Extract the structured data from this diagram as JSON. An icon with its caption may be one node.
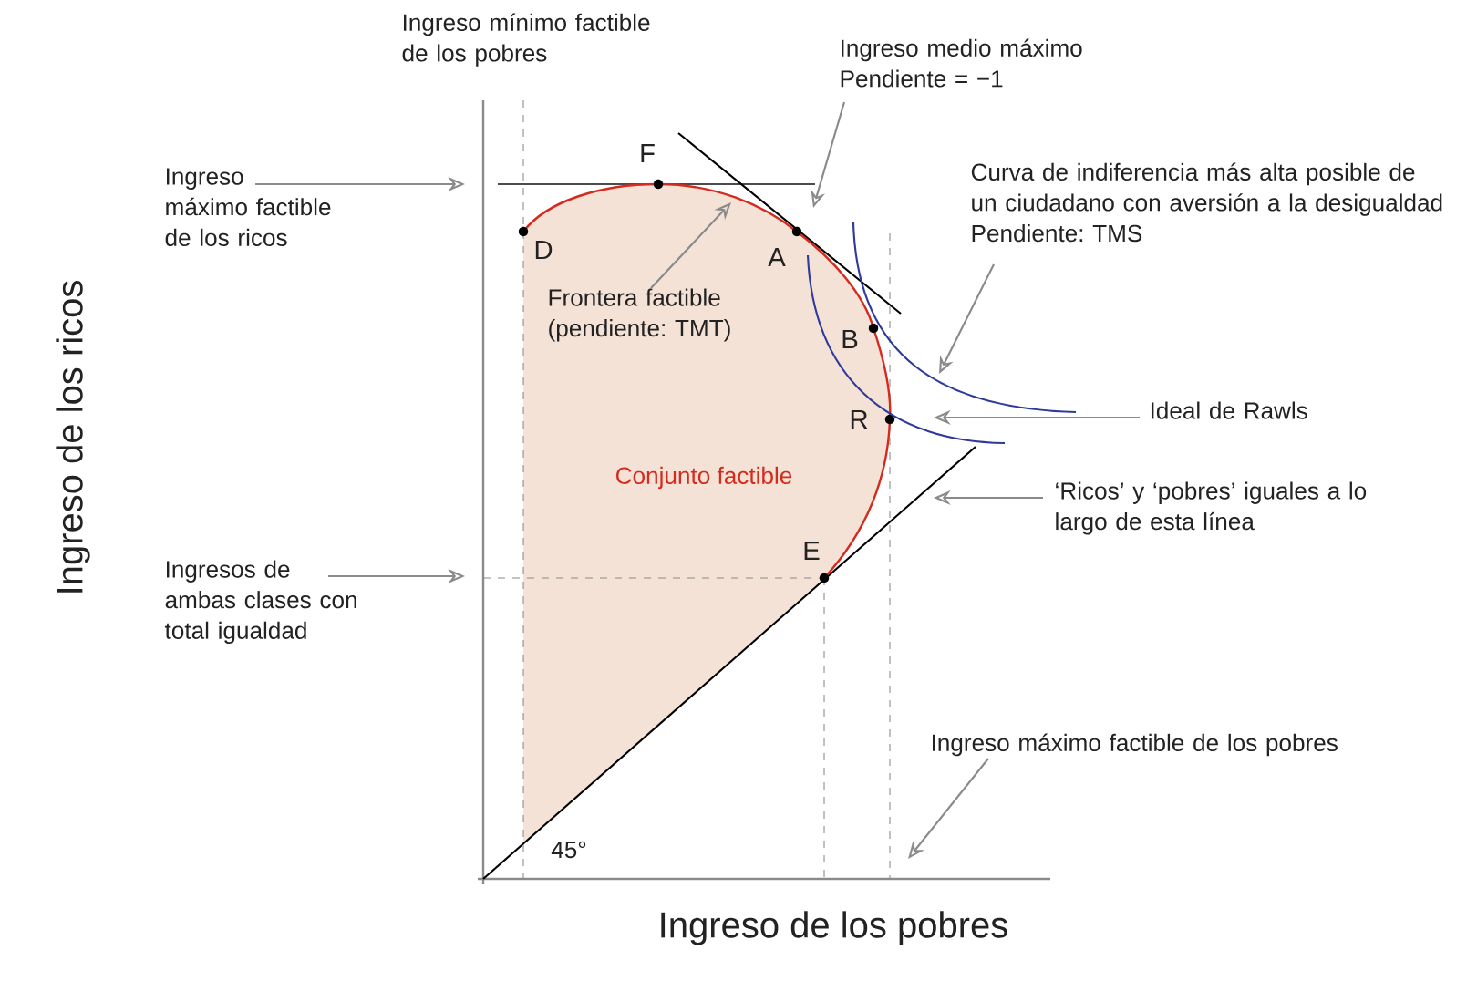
{
  "diagram": {
    "nodes": [
      {
        "text": [
          "Ingreso máximo factible de los ricos"
        ]
      },
      {
        "text": [
          "Ingreso medio máximo Pendiente = −1"
        ]
      },
      {
        "text": [
          "Frontera factible (pendiente: TMT)"
        ]
      },
      {
        "text": [
          "Curva de indiferencia más alta posible de un ciudadano con aversión a la desigualdad Pendiente: TMS"
        ]
      },
      {
        "text": [
          "Ideal de Rawls"
        ]
      },
      {
        "text": [
          "‘Ricos’ y ‘pobres’ iguales a lo largo de esta línea"
        ]
      },
      {
        "text": [
          "Ingresos de ambas clases con total igualdad"
        ]
      },
      {
        "text": [
          "Ingreso máximo factible de los pobres"
        ]
      },
      {
        "text": [],
        "shape": "curve"
      },
      {
        "text": [],
        "shape": "curve"
      }
    ],
    "edges": [
      {
        "from": 0,
        "to": null,
        "arrow": "to"
      },
      {
        "from": 1,
        "to": null,
        "arrow": "to"
      },
      {
        "from": 2,
        "to": null,
        "arrow": "to"
      },
      {
        "from": 3,
        "to": 8,
        "arrow": "to"
      },
      {
        "from": 4,
        "to": 9,
        "arrow": "to"
      },
      {
        "from": 5,
        "to": null,
        "arrow": "to"
      },
      {
        "from": 6,
        "to": null,
        "arrow": "to"
      },
      {
        "from": 7,
        "to": null,
        "arrow": "to"
      }
    ],
    "labels": [
      "Ingreso mínimo factible de los pobres",
      "F",
      "D",
      "A",
      "B",
      "R",
      "E",
      "Conjunto factible",
      "45°",
      "Ingreso de los ricos",
      "Ingreso de los pobres"
    ]
  }
}
